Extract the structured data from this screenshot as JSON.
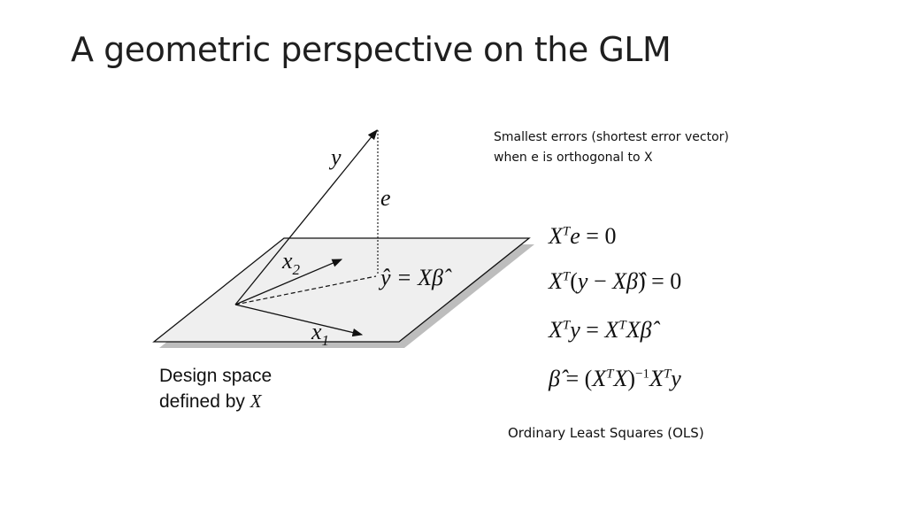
{
  "title": "A geometric perspective on the GLM",
  "note": {
    "line1": "Smallest errors (shortest error vector)",
    "line2": "when e is orthogonal to X"
  },
  "diagram": {
    "label_y": "y",
    "label_e": "e",
    "label_x2_base": "x",
    "label_x2_sub": "2",
    "label_x1_base": "x",
    "label_x1_sub": "1",
    "label_yhat": "ŷ = Xβ̂"
  },
  "caption": {
    "line1": "Design space",
    "line2_prefix": "defined by ",
    "line2_var": "X"
  },
  "equations": {
    "eq1": "XTe = 0",
    "eq2": "XT(y − Xβ̂) = 0",
    "eq3": "XTy = XTXβ̂",
    "eq4": "β̂ = (XTX)−1XTy"
  },
  "footer": "Ordinary Least Squares (OLS)",
  "colors": {
    "plane_fill": "#efefef",
    "plane_shadow": "#bdbdbd",
    "stroke": "#111111"
  }
}
